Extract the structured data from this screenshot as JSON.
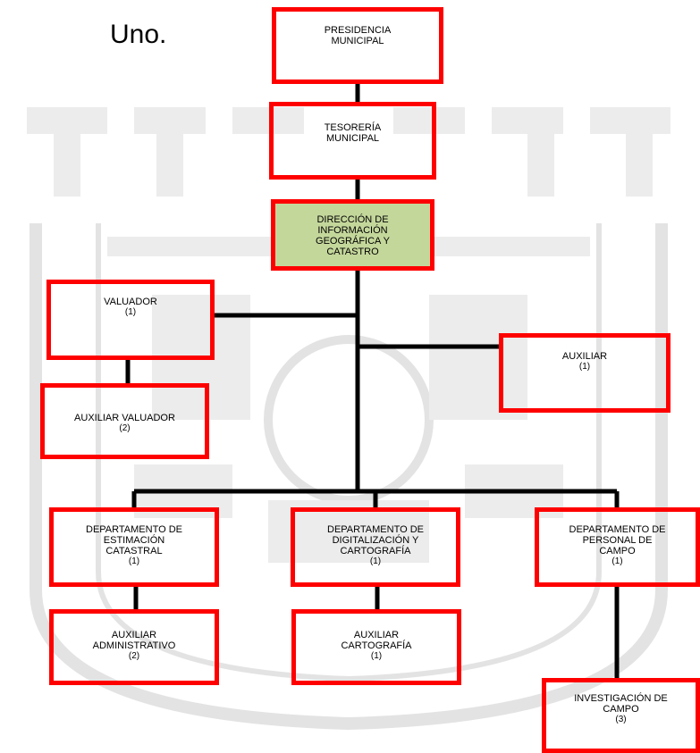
{
  "heading": "Uno.",
  "colors": {
    "border": "#ff0000",
    "highlight_fill": "#c4d79b",
    "connector": "#000000"
  },
  "watermark": {
    "kind": "coat-of-arms seal",
    "color": "#e3e3e3"
  },
  "nodes": {
    "presidencia": {
      "title": "PRESIDENCIA\nMUNICIPAL",
      "count": ""
    },
    "tesoreria": {
      "title": "TESORERÍA\nMUNICIPAL",
      "count": ""
    },
    "direccion": {
      "title": "DIRECCIÓN DE\nINFORMACIÓN\nGEOGRÁFICA Y\nCATASTRO",
      "count": ""
    },
    "valuador": {
      "title": "VALUADOR",
      "count": "(1)"
    },
    "auxiliar_valuador": {
      "title": "AUXILIAR VALUADOR",
      "count": "(2)"
    },
    "auxiliar": {
      "title": "AUXILIAR",
      "count": "(1)"
    },
    "depto_estimacion": {
      "title": "DEPARTAMENTO DE\nESTIMACIÓN\nCATASTRAL",
      "count": "(1)"
    },
    "depto_digitalizacion": {
      "title": "DEPARTAMENTO DE\nDIGITALIZACIÓN Y\nCARTOGRAFÍA",
      "count": "(1)"
    },
    "depto_personal": {
      "title": "DEPARTAMENTO DE\nPERSONAL DE\nCAMPO",
      "count": "(1)"
    },
    "auxiliar_administrativo": {
      "title": "AUXILIAR\nADMINISTRATIVO",
      "count": "(2)"
    },
    "auxiliar_cartografia": {
      "title": "AUXILIAR\nCARTOGRAFÍA",
      "count": "(1)"
    },
    "investigacion": {
      "title": "INVESTIGACIÓN DE\nCAMPO",
      "count": "(3)"
    }
  }
}
